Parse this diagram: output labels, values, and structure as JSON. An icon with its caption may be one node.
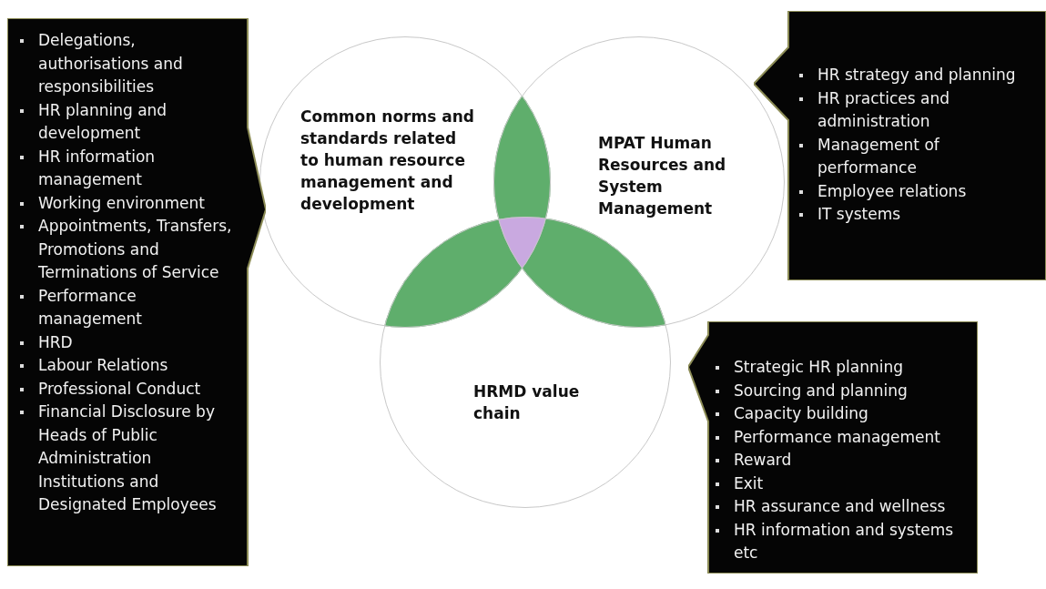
{
  "diagram": {
    "nodes": [
      {
        "text": [
          "Common norms and standards related to human resource management and development"
        ]
      },
      {
        "text": [
          "MPAT Human Resources and System Management"
        ]
      },
      {
        "text": [
          "HRMD value chain"
        ]
      },
      {
        "text": [
          "Delegations, authorisations and responsibilities",
          "HR planning and development",
          "HR information management",
          "Working environment",
          "Appointments, Transfers, Promotions and Terminations of Service",
          "Performance management",
          "HRD",
          "Labour Relations",
          "Professional Conduct",
          "Financial Disclosure by Heads of Public Administration Institutions and Designated Employees"
        ]
      },
      {
        "text": [
          "HR strategy and planning",
          "HR practices and administration",
          "Management of performance",
          "Employee relations",
          "IT systems"
        ]
      },
      {
        "text": [
          "Strategic HR planning",
          "Sourcing and planning",
          "Capacity building",
          "Performance management",
          "Reward",
          "Exit",
          "HR assurance and wellness",
          "HR information and systems etc"
        ]
      }
    ]
  }
}
